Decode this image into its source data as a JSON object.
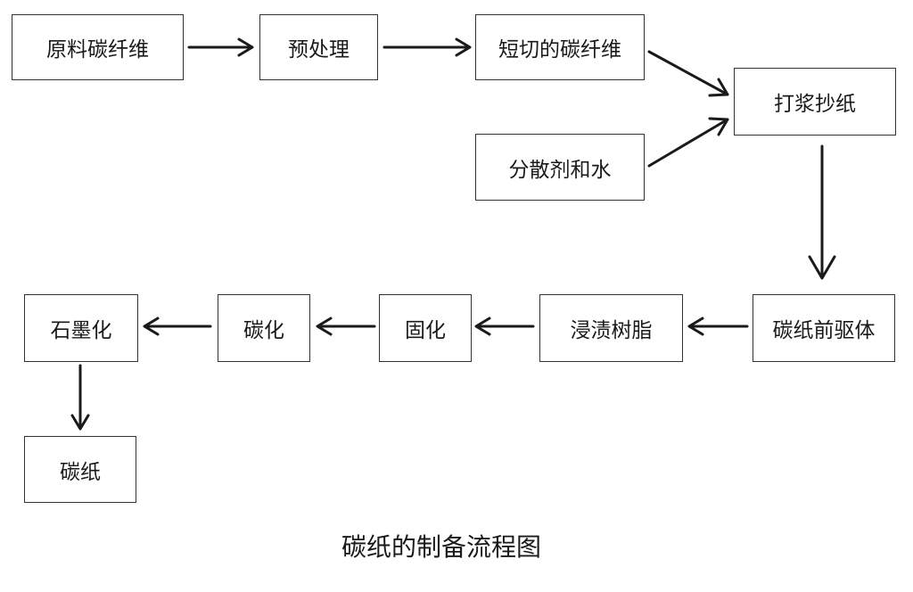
{
  "nodes": {
    "raw_carbon_fiber": "原料碳纤维",
    "pretreatment": "预处理",
    "chopped_carbon_fiber": "短切的碳纤维",
    "dispersant_and_water": "分散剂和水",
    "pulping_papermaking": "打浆抄纸",
    "carbon_paper_precursor": "碳纸前驱体",
    "resin_impregnation": "浸渍树脂",
    "curing": "固化",
    "carbonization": "碳化",
    "graphitization": "石墨化",
    "carbon_paper": "碳纸"
  },
  "caption": "碳纸的制备流程图",
  "colors": {
    "stroke": "#333333",
    "text": "#1a1a1a",
    "background": "#ffffff"
  }
}
